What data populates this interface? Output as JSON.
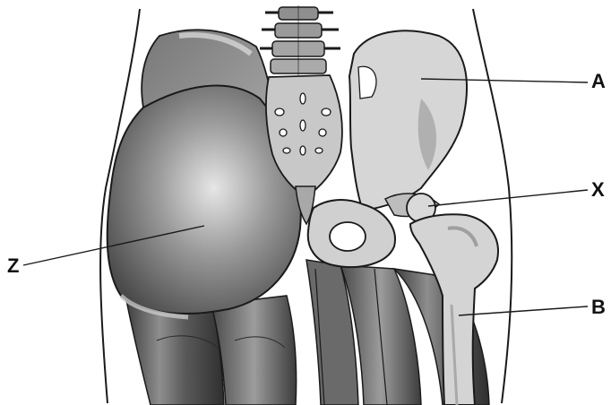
{
  "labels": {
    "a": "A",
    "x": "X",
    "b": "B",
    "z": "Z"
  },
  "colors": {
    "outline": "#1a1a1a",
    "bone_light": "#d9d9d9",
    "bone_shade": "#b8b8b8",
    "muscle_dark": "#5e5e5e",
    "muscle_mid": "#8a8a8a",
    "muscle_light": "#bdbdbd"
  }
}
